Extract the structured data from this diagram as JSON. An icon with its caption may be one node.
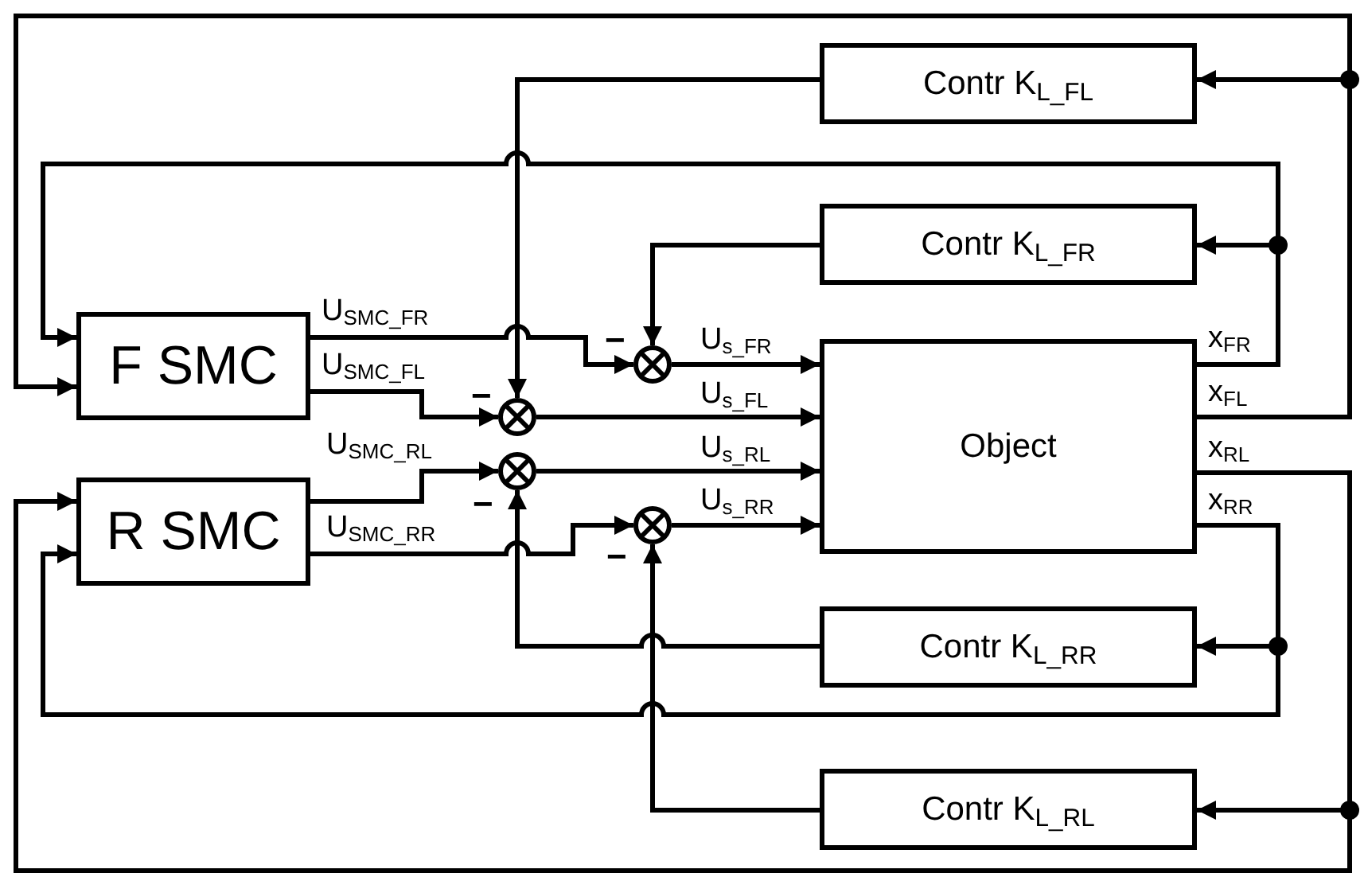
{
  "diagram": {
    "nodes": [
      {
        "text": [
          "Contr K$_{L_FL}$"
        ]
      },
      {
        "text": [
          "Contr K$_{L_FR}$"
        ]
      },
      {
        "text": [
          "F SMC"
        ]
      },
      {
        "text": [],
        "shape": "circle",
        "beside": [
          "−"
        ]
      },
      {
        "text": [
          "Object"
        ]
      },
      {
        "text": [],
        "shape": "circle",
        "beside": [
          "−"
        ]
      },
      {
        "text": [],
        "shape": "circle",
        "beside": [
          "−"
        ]
      },
      {
        "text": [
          "R SMC"
        ]
      },
      {
        "text": [],
        "shape": "circle",
        "beside": [
          "−"
        ]
      },
      {
        "text": [
          "Contr K$_{L_RR}$"
        ]
      },
      {
        "text": [
          "Contr K$_{L_RL}$"
        ]
      }
    ],
    "edges": [
      {
        "from": 2,
        "to": 3,
        "arrow": "to",
        "label": "U$_{SMC_FR}$"
      },
      {
        "from": 2,
        "to": 5,
        "arrow": "to",
        "label": "U$_{SMC_FL}$"
      },
      {
        "from": 7,
        "to": 6,
        "arrow": "to",
        "label": "U$_{SMC_RL}$"
      },
      {
        "from": 7,
        "to": 8,
        "arrow": "to",
        "label": "U$_{SMC_RR}$"
      },
      {
        "from": 3,
        "to": 4,
        "arrow": "to",
        "label": "U$_{s_FR}$"
      },
      {
        "from": 5,
        "to": 4,
        "arrow": "to",
        "label": "U$_{s_FL}$"
      },
      {
        "from": 6,
        "to": 4,
        "arrow": "to",
        "label": "U$_{s_RL}$"
      },
      {
        "from": 8,
        "to": 4,
        "arrow": "to",
        "label": "U$_{s_RR}$"
      },
      {
        "from": 4,
        "to": 0,
        "arrow": "to",
        "label": "x$_{FL}$"
      },
      {
        "from": 4,
        "to": 2,
        "arrow": "to"
      },
      {
        "from": 4,
        "to": 1,
        "arrow": "to",
        "label": "x$_{FR}$"
      },
      {
        "from": 4,
        "to": 2,
        "arrow": "to"
      },
      {
        "from": 4,
        "to": 10,
        "arrow": "to",
        "label": "x$_{RL}$"
      },
      {
        "from": 4,
        "to": 7,
        "arrow": "to"
      },
      {
        "from": 4,
        "to": 9,
        "arrow": "to",
        "label": "x$_{RR}$"
      },
      {
        "from": 4,
        "to": 7,
        "arrow": "to"
      },
      {
        "from": 0,
        "to": 5,
        "arrow": "to"
      },
      {
        "from": 1,
        "to": 3,
        "arrow": "to"
      },
      {
        "from": 9,
        "to": 6,
        "arrow": "to"
      },
      {
        "from": 10,
        "to": 8,
        "arrow": "to"
      }
    ]
  }
}
